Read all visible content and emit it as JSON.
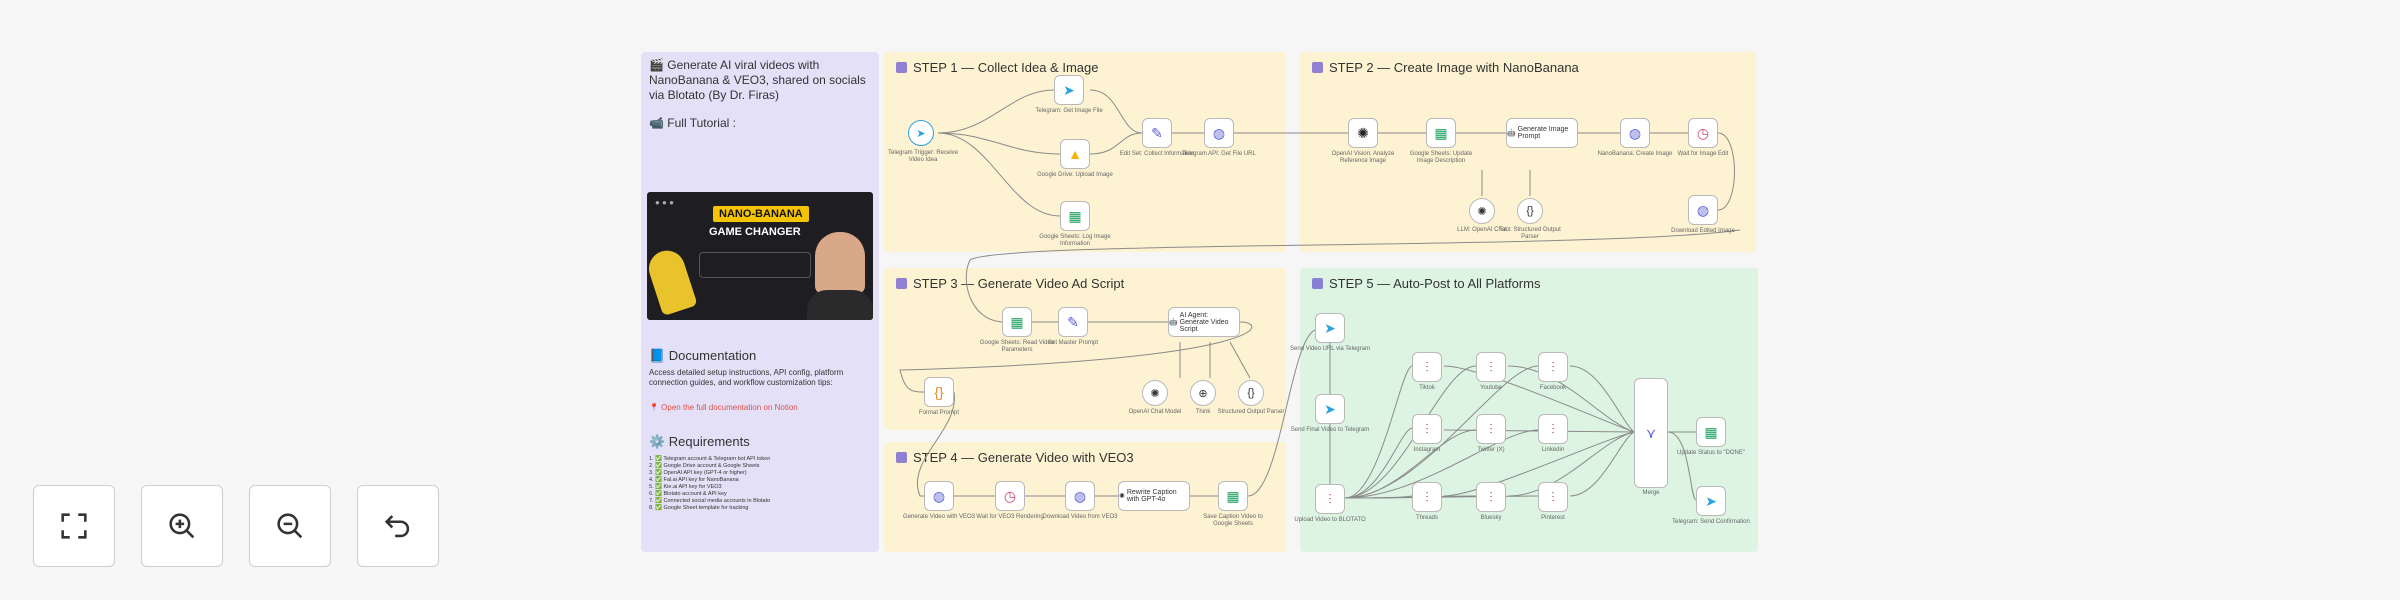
{
  "intro": {
    "title": "🎬 Generate AI viral videos with NanoBanana & VEO3, shared on socials via Blotato (By Dr. Firas)",
    "tutorial": "📹 Full Tutorial :",
    "thumb_text_1": "NANO-BANANA",
    "thumb_text_2": "GAME CHANGER",
    "doc_heading": "📘 Documentation",
    "doc_text": "Access detailed setup instructions, API config, platform connection guides, and workflow customization tips:",
    "doc_link": "📍 Open the full documentation on Notion",
    "req_heading": "⚙️ Requirements",
    "req_items": [
      "1. ✅ Telegram account & Telegram bot API token",
      "2. ✅ Google Drive account & Google Sheets",
      "3. ✅ OpenAI API key (GPT-4 or higher)",
      "4. ✅ Fal.ai API key for NanoBanana",
      "5. ✅ Kie.ai API key for VEO3",
      "6. ✅ Blotato account & API key",
      "7. ✅ Connected social media accounts in Blotato",
      "8. ✅ Google Sheet template for tracking"
    ]
  },
  "steps": {
    "s1": "STEP 1 — Collect Idea & Image",
    "s2": "STEP 2 — Create Image with NanoBanana",
    "s3": "STEP 3 — Generate Video Ad Script",
    "s4": "STEP 4 — Generate Video with VEO3",
    "s5": "STEP 5 — Auto-Post to All Platforms"
  },
  "nodes": {
    "n1": "Telegram Trigger: Receive Video Idea",
    "n2": "Telegram: Get Image File",
    "n3": "Google Drive: Upload Image",
    "n4": "Google Sheets: Log Image Information",
    "n5": "Edit Set: Collect Information",
    "n6": "Telegram API: Get File URL",
    "n7": "OpenAI Vision: Analyze Reference Image",
    "n8": "Google Sheets: Update Image Description",
    "n9": "Generate Image Prompt",
    "n10": "NanoBanana: Create Image",
    "n11": "Wait for Image Edit",
    "n12": "Download Edited Image",
    "n13": "LLM: OpenAI Chat",
    "n14": "Tool: Structured Output Parser",
    "n15": "Google Sheets: Read Video Parameters",
    "n16": "Set Master Prompt",
    "n17": "AI Agent: Generate Video Script",
    "n18": "OpenAI Chat Model",
    "n19": "Think",
    "n20": "Structured Output Parser",
    "n21": "Format Prompt",
    "n22": "Generate Video with VEO3",
    "n23": "Wait for VEO3 Rendering",
    "n24": "Download Video from VEO3",
    "n25": "Rewrite Caption with GPT-4o",
    "n26": "Save Caption Video to Google Sheets",
    "n27": "Send Video URL via Telegram",
    "n28": "Send Final Video to Telegram",
    "n29": "Upload Video to BLOTATO",
    "n30": "Tiktok",
    "n31": "Instagram",
    "n32": "Threads",
    "n33": "Youtube",
    "n34": "Twitter (X)",
    "n35": "Bluesky",
    "n36": "Facebook",
    "n37": "Linkedin",
    "n38": "Pinterest",
    "n39": "Merge",
    "n40": "Update Status to \"DONE\"",
    "n41": "Telegram: Send Confirmation"
  },
  "icons": {
    "telegram": "telegram-icon",
    "drive": "google-drive-icon",
    "sheets": "google-sheets-icon",
    "edit": "pencil-icon",
    "http": "globe-icon",
    "openai": "openai-icon",
    "wait": "clock-icon",
    "code": "code-braces-icon",
    "blotato": "blotato-icon",
    "merge": "merge-icon"
  },
  "controls": {
    "fit": "fit-view",
    "zoom_in": "zoom-in",
    "zoom_out": "zoom-out",
    "reset": "reset-zoom"
  },
  "colors": {
    "intro_bg": "#e4e0f7",
    "step_bg": "#fdf3d2",
    "step5_bg": "#ddf4e3",
    "wire": "#8a8a8a",
    "link": "#e0504a",
    "telegram": "#2aa3df",
    "sheets": "#1ea362",
    "http": "#5a5ed6",
    "blotato": "#d0407a"
  }
}
